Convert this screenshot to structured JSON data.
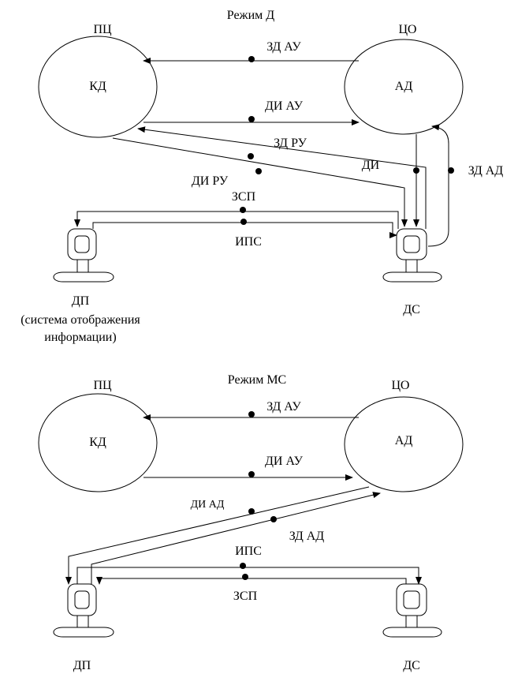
{
  "panel_d": {
    "title": "Режим Д",
    "left_top_label": "ПЦ",
    "right_top_label": "ЦО",
    "left_node": "КД",
    "right_node": "АД",
    "sig_zd_au": "ЗД АУ",
    "sig_di_au": "ДИ АУ",
    "sig_zd_ru": "ЗД РУ",
    "sig_di_ru": "ДИ РУ",
    "sig_di": "ДИ",
    "sig_zd_ad": "ЗД АД",
    "sig_zsp": "ЗСП",
    "sig_ips": "ИПС",
    "left_device_lines": [
      "ДП",
      "(система отображения",
      "информации)"
    ],
    "right_device": "ДС"
  },
  "panel_ms": {
    "title": "Режим МС",
    "left_top_label": "ПЦ",
    "right_top_label": "ЦО",
    "left_node": "КД",
    "right_node": "АД",
    "sig_zd_au": "ЗД АУ",
    "sig_di_au": "ДИ АУ",
    "sig_di_ad": "ДИ АД",
    "sig_zd_ad": "ЗД АД",
    "sig_ips": "ИПС",
    "sig_zsp": "ЗСП",
    "left_device": "ДП",
    "right_device": "ДС"
  }
}
